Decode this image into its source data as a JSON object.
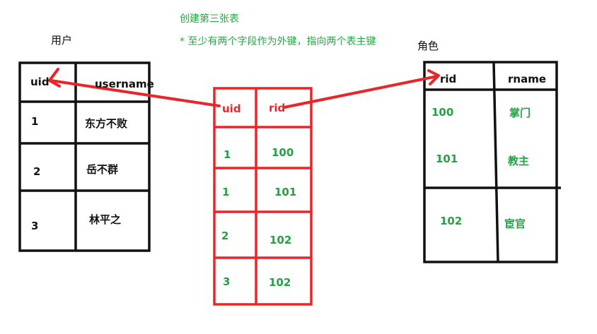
{
  "notes": {
    "title": "创建第三张表",
    "detail": "* 至少有两个字段作为外键，指向两个表主键"
  },
  "users_table": {
    "caption": "用户",
    "headers": [
      "uid",
      "username"
    ],
    "rows": [
      [
        "1",
        "东方不败"
      ],
      [
        "2",
        "岳不群"
      ],
      [
        "3",
        "林平之"
      ]
    ]
  },
  "link_table": {
    "headers": [
      "uid",
      "rid"
    ],
    "rows": [
      [
        "1",
        "100"
      ],
      [
        "1",
        "101"
      ],
      [
        "2",
        "102"
      ],
      [
        "3",
        "102"
      ]
    ]
  },
  "roles_table": {
    "caption": "角色",
    "headers": [
      "rid",
      "rname"
    ],
    "rows": [
      [
        "100",
        "掌门"
      ],
      [
        "101",
        "教主"
      ],
      [
        "102",
        "宦官"
      ]
    ]
  },
  "colors": {
    "ink": "#111111",
    "link_table": "#e8262a",
    "arrow": "#e8262a",
    "role_values": "#23a244",
    "notes": "#2aa748"
  }
}
